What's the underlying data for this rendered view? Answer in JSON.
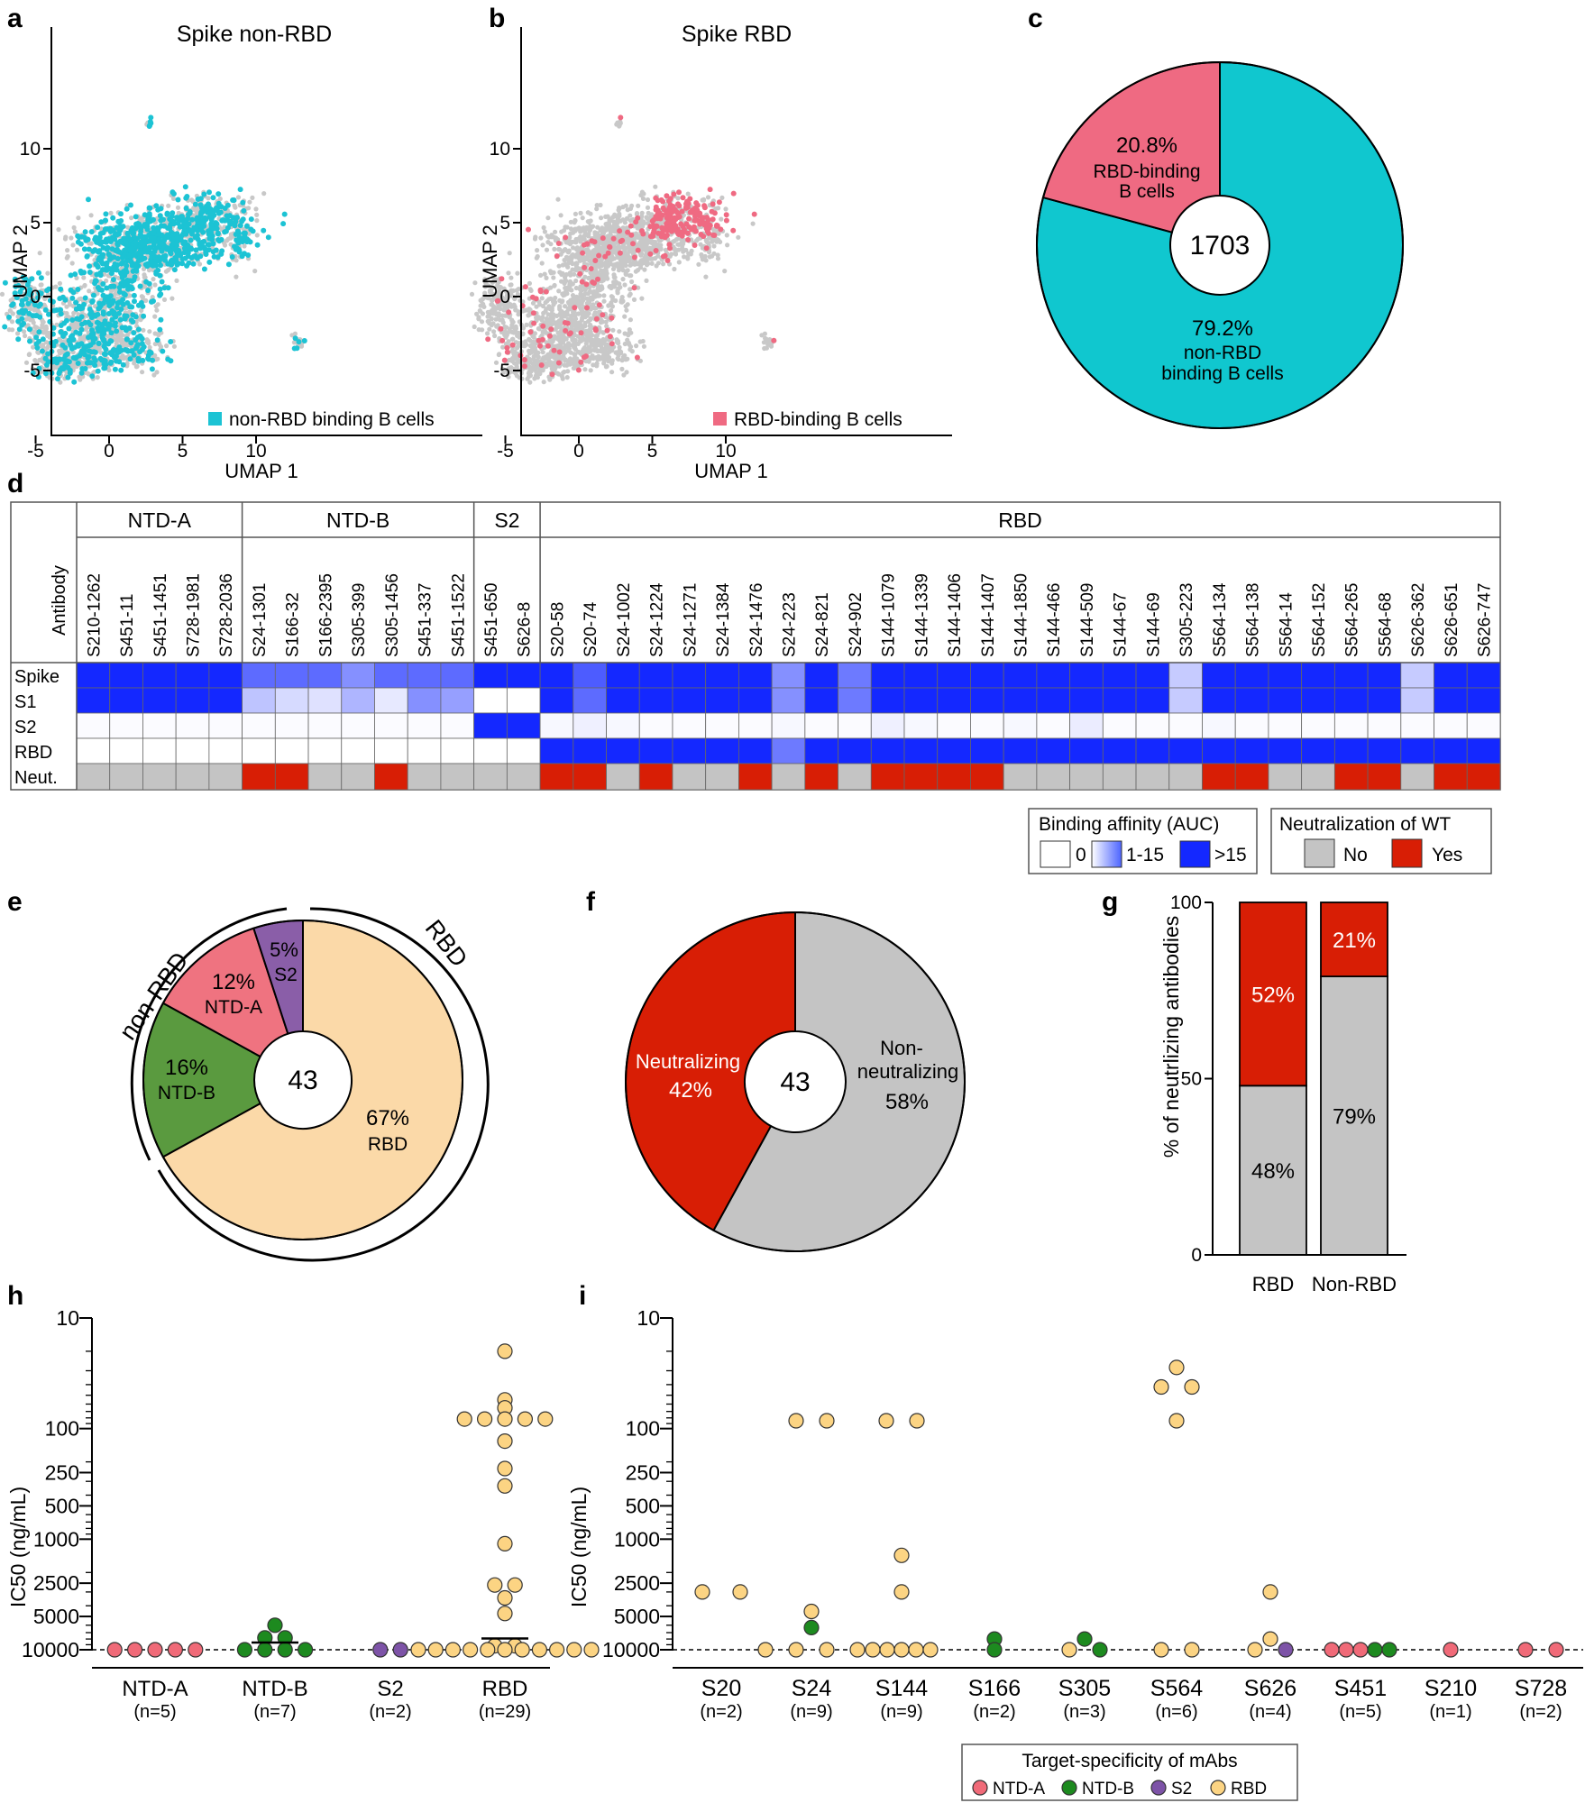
{
  "colors": {
    "nonrbd": "#1cc3d4",
    "rbd_pink": "#ef6a82",
    "teal_pie": "#10c7cf",
    "bg_cells": "#c8c8c8",
    "neut_red": "#d81e05",
    "neut_no": "#c4c4c4",
    "ntda": "#ef7380",
    "ntdb": "#5a9a3f",
    "s2": "#8a5ea8",
    "rbd_tan": "#fbd9a8",
    "pt_rbd": "#fcd483",
    "pt_ntdb": "#1d8a1f",
    "pt_ntda": "#f06a78",
    "pt_s2": "#7d53a7",
    "blue": "#1428ff"
  },
  "panels": {
    "a": {
      "letter": "a",
      "title": "Spike non-RBD",
      "xlabel": "UMAP 1",
      "ylabel": "UMAP 2",
      "legend": "non-RBD binding B cells"
    },
    "b": {
      "letter": "b",
      "title": "Spike RBD",
      "xlabel": "UMAP 1",
      "ylabel": "UMAP 2",
      "legend": "RBD-binding B cells"
    },
    "c": {
      "letter": "c",
      "center": "1703",
      "rbd_pct": "20.8%",
      "rbd_label1": "RBD-binding",
      "rbd_label2": "B cells",
      "non_pct": "79.2%",
      "non_label1": "non-RBD",
      "non_label2": "binding B cells"
    },
    "d": {
      "letter": "d",
      "antibody_header": "Antibody",
      "groups": [
        "NTD-A",
        "NTD-B",
        "S2",
        "RBD"
      ],
      "rows": [
        "Spike",
        "S1",
        "S2",
        "RBD",
        "Neut."
      ],
      "legend_affinity_title": "Binding affinity (AUC)",
      "aff0": "0",
      "aff1": "1-15",
      "aff2": ">15",
      "legend_neut_title": "Neutralization of WT",
      "neut_no": "No",
      "neut_yes": "Yes"
    },
    "e": {
      "letter": "e",
      "center": "43",
      "arc_left": "non-RBD",
      "arc_right": "RBD",
      "rbd_pct": "67%",
      "rbd_lbl": "RBD",
      "ntdb_pct": "16%",
      "ntdb_lbl": "NTD-B",
      "ntda_pct": "12%",
      "ntda_lbl": "NTD-A",
      "s2_pct": "5%",
      "s2_lbl": "S2"
    },
    "f": {
      "letter": "f",
      "center": "43",
      "neut_lbl": "Neutralizing",
      "neut_pct": "42%",
      "non_lbl1": "Non-",
      "non_lbl2": "neutralizing",
      "non_pct": "58%"
    },
    "g": {
      "letter": "g",
      "ylabel": "% of neutrlizing antibodies"
    },
    "h": {
      "letter": "h",
      "ylabel": "IC50 (ng/mL)"
    },
    "i": {
      "letter": "i",
      "ylabel": "IC50 (ng/mL)",
      "legend_title": "Target-specificity of mAbs",
      "legend_items": [
        "NTD-A",
        "NTD-B",
        "S2",
        "RBD"
      ]
    }
  },
  "chart_data": [
    {
      "panel": "a",
      "type": "scatter",
      "title": "Spike non-RBD",
      "xlabel": "UMAP 1",
      "ylabel": "UMAP 2",
      "xlim": [
        -8,
        16
      ],
      "ylim": [
        -7,
        15
      ],
      "xticks": [
        -5,
        0,
        5,
        10
      ],
      "yticks": [
        -5,
        0,
        5,
        10
      ],
      "series": [
        {
          "name": "non-RBD binding B cells"
        }
      ]
    },
    {
      "panel": "b",
      "type": "scatter",
      "title": "Spike RBD",
      "xlabel": "UMAP 1",
      "ylabel": "UMAP 2",
      "xlim": [
        -8,
        16
      ],
      "ylim": [
        -7,
        15
      ],
      "xticks": [
        -5,
        0,
        5,
        10
      ],
      "yticks": [
        -5,
        0,
        5,
        10
      ],
      "series": [
        {
          "name": "RBD-binding B cells"
        }
      ]
    },
    {
      "panel": "c",
      "type": "pie",
      "total": 1703,
      "slices": [
        {
          "label": "RBD-binding B cells",
          "value": 20.8
        },
        {
          "label": "non-RBD binding B cells",
          "value": 79.2
        }
      ]
    },
    {
      "panel": "d",
      "type": "heatmap",
      "groups": [
        {
          "name": "NTD-A",
          "count": 5
        },
        {
          "name": "NTD-B",
          "count": 7
        },
        {
          "name": "S2",
          "count": 2
        },
        {
          "name": "RBD",
          "count": 29
        }
      ],
      "columns": [
        "S210-1262",
        "S451-11",
        "S451-1451",
        "S728-1981",
        "S728-2036",
        "S24-1301",
        "S166-32",
        "S166-2395",
        "S305-399",
        "S305-1456",
        "S451-337",
        "S451-1522",
        "S451-650",
        "S626-8",
        "S20-58",
        "S20-74",
        "S24-1002",
        "S24-1224",
        "S24-1271",
        "S24-1384",
        "S24-1476",
        "S24-223",
        "S24-821",
        "S24-902",
        "S144-1079",
        "S144-1339",
        "S144-1406",
        "S144-1407",
        "S144-1850",
        "S144-466",
        "S144-509",
        "S144-67",
        "S144-69",
        "S305-223",
        "S564-134",
        "S564-138",
        "S564-14",
        "S564-152",
        "S564-265",
        "S564-68",
        "S626-362",
        "S626-651",
        "S626-747"
      ],
      "rows": [
        "Spike",
        "S1",
        "S2",
        "RBD"
      ],
      "values": [
        [
          3,
          3,
          3,
          3,
          3,
          2,
          2,
          2,
          1.5,
          2,
          2,
          2,
          3,
          3,
          3,
          2.2,
          3,
          3,
          3,
          3,
          3,
          1.5,
          3,
          1.8,
          3,
          3,
          3,
          3,
          3,
          3,
          3,
          3,
          3,
          0.7,
          3,
          3,
          3,
          3,
          3,
          3,
          0.7,
          3,
          3
        ],
        [
          3,
          3,
          3,
          3,
          3,
          0.8,
          0.5,
          0.4,
          1,
          0.3,
          1.5,
          1.3,
          0,
          0,
          3,
          2,
          3,
          3,
          3,
          3,
          3,
          1.5,
          3,
          1.8,
          3,
          3,
          3,
          3,
          3,
          3,
          3,
          3,
          3,
          0.7,
          3,
          3,
          3,
          3,
          3,
          3,
          0.7,
          3,
          3
        ],
        [
          0.05,
          0.05,
          0.05,
          0.05,
          0.05,
          0.05,
          0.05,
          0.05,
          0.05,
          0.05,
          0.05,
          0.05,
          3,
          3,
          0.1,
          0.2,
          0.1,
          0.05,
          0.05,
          0.05,
          0.05,
          0.1,
          0.05,
          0.05,
          0.2,
          0.1,
          0.05,
          0.05,
          0.1,
          0.05,
          0.25,
          0.05,
          0.05,
          0.05,
          0.1,
          0.05,
          0.05,
          0.05,
          0.05,
          0.05,
          0.05,
          0.05,
          0.05
        ],
        [
          0,
          0,
          0,
          0,
          0,
          0,
          0,
          0,
          0,
          0,
          0,
          0,
          0,
          0,
          3,
          3,
          3,
          3,
          3,
          3,
          3,
          1.8,
          3,
          3,
          3,
          3,
          3,
          3,
          3,
          3,
          3,
          3,
          3,
          3,
          3,
          3,
          3,
          3,
          3,
          3,
          3,
          3,
          3
        ]
      ],
      "neutralization": [
        0,
        0,
        0,
        0,
        0,
        1,
        1,
        0,
        0,
        1,
        0,
        0,
        0,
        0,
        1,
        1,
        0,
        1,
        0,
        0,
        1,
        0,
        1,
        0,
        1,
        1,
        1,
        1,
        0,
        0,
        0,
        0,
        0,
        0,
        1,
        1,
        0,
        0,
        1,
        1,
        0,
        1,
        1
      ],
      "legend": {
        "affinity": [
          "0",
          "1-15",
          ">15"
        ],
        "neutralization": [
          "No",
          "Yes"
        ]
      }
    },
    {
      "panel": "e",
      "type": "pie",
      "total": 43,
      "slices": [
        {
          "label": "RBD",
          "value": 67
        },
        {
          "label": "NTD-B",
          "value": 16
        },
        {
          "label": "NTD-A",
          "value": 12
        },
        {
          "label": "S2",
          "value": 5
        }
      ]
    },
    {
      "panel": "f",
      "type": "pie",
      "total": 43,
      "slices": [
        {
          "label": "Non-neutralizing",
          "value": 58
        },
        {
          "label": "Neutralizing",
          "value": 42
        }
      ]
    },
    {
      "panel": "g",
      "type": "bar",
      "stacked": true,
      "categories": [
        "RBD",
        "Non-RBD"
      ],
      "ylabel": "% of neutrlizing antibodies",
      "ylim": [
        0,
        100
      ],
      "yticks": [
        0,
        50,
        100
      ],
      "series": [
        {
          "values": [
            48,
            79
          ],
          "labels": [
            "48%",
            "79%"
          ]
        },
        {
          "values": [
            52,
            21
          ],
          "labels": [
            "52%",
            "21%"
          ]
        }
      ]
    },
    {
      "panel": "h",
      "type": "scatter",
      "ylabel": "IC50 (ng/mL)",
      "yticks": [
        "10",
        "100",
        "250",
        "500",
        "1000",
        "2500",
        "5000",
        "10000"
      ],
      "categories": [
        {
          "name": "NTD-A",
          "n": "(n=5)"
        },
        {
          "name": "NTD-B",
          "n": "(n=7)"
        },
        {
          "name": "S2",
          "n": "(n=2)"
        },
        {
          "name": "RBD",
          "n": "(n=29)"
        }
      ],
      "points": {
        "NTD-A": [
          10000,
          10000,
          10000,
          10000,
          10000
        ],
        "NTD-B": [
          10000,
          6000,
          7800,
          7800,
          10000,
          10000,
          10000
        ],
        "S2": [
          10000,
          10000
        ],
        "RBD": [
          20,
          55,
          65,
          82,
          82,
          82,
          82,
          82,
          130,
          230,
          330,
          1100,
          2600,
          2600,
          3400,
          4700,
          9200,
          9200,
          10000,
          10000,
          10000,
          10000,
          10000,
          10000,
          10000,
          10000,
          10000,
          10000,
          10000
        ]
      },
      "medians": {
        "NTD-B": 8600,
        "RBD": 7900
      },
      "cutoff": 10000
    },
    {
      "panel": "i",
      "type": "scatter",
      "ylabel": "IC50 (ng/mL)",
      "yticks": [
        "10",
        "100",
        "250",
        "500",
        "1000",
        "2500",
        "5000",
        "10000"
      ],
      "categories": [
        {
          "name": "S20",
          "n": "(n=2)"
        },
        {
          "name": "S24",
          "n": "(n=9)"
        },
        {
          "name": "S144",
          "n": "(n=9)"
        },
        {
          "name": "S166",
          "n": "(n=2)"
        },
        {
          "name": "S305",
          "n": "(n=3)"
        },
        {
          "name": "S564",
          "n": "(n=6)"
        },
        {
          "name": "S626",
          "n": "(n=4)"
        },
        {
          "name": "S451",
          "n": "(n=5)"
        },
        {
          "name": "S210",
          "n": "(n=1)"
        },
        {
          "name": "S728",
          "n": "(n=2)"
        }
      ],
      "points": [
        {
          "cat": "S20",
          "spec": "RBD",
          "values": [
            3000,
            3000
          ]
        },
        {
          "cat": "S24",
          "spec": "RBD",
          "values": [
            85,
            85,
            4500,
            10000,
            10000,
            10000,
            10000
          ]
        },
        {
          "cat": "S24",
          "spec": "NTD-B",
          "values": [
            6300
          ]
        },
        {
          "cat": "S144",
          "spec": "RBD",
          "values": [
            85,
            85,
            1400,
            3000,
            10000,
            10000,
            10000,
            10000,
            10000
          ]
        },
        {
          "cat": "S166",
          "spec": "NTD-B",
          "values": [
            8000,
            10000
          ]
        },
        {
          "cat": "S305",
          "spec": "RBD",
          "values": [
            10000
          ]
        },
        {
          "cat": "S305",
          "spec": "NTD-B",
          "values": [
            8000,
            10000
          ]
        },
        {
          "cat": "S564",
          "spec": "RBD",
          "values": [
            28,
            42,
            42,
            85,
            10000,
            10000
          ]
        },
        {
          "cat": "S626",
          "spec": "RBD",
          "values": [
            3000,
            8000,
            10000
          ]
        },
        {
          "cat": "S626",
          "spec": "S2",
          "values": [
            10000
          ]
        },
        {
          "cat": "S451",
          "spec": "NTD-A",
          "values": [
            10000,
            10000,
            10000
          ]
        },
        {
          "cat": "S451",
          "spec": "NTD-B",
          "values": [
            10000,
            10000
          ]
        },
        {
          "cat": "S210",
          "spec": "NTD-A",
          "values": [
            10000
          ]
        },
        {
          "cat": "S728",
          "spec": "NTD-A",
          "values": [
            10000,
            10000
          ]
        }
      ],
      "cutoff": 10000,
      "legend": [
        "NTD-A",
        "NTD-B",
        "S2",
        "RBD"
      ]
    }
  ]
}
